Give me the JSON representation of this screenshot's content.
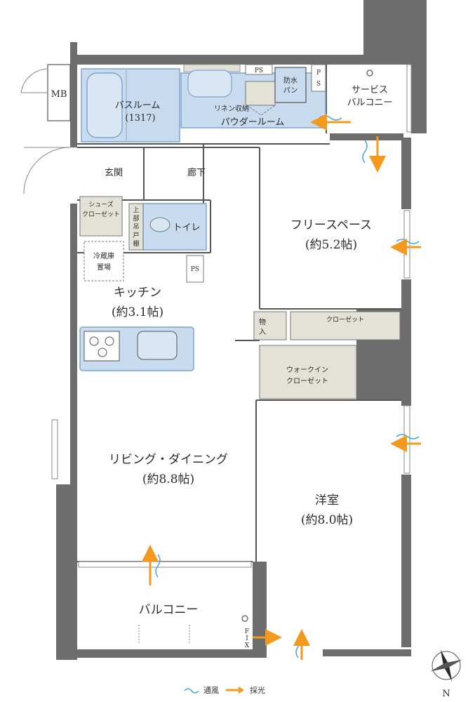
{
  "colors": {
    "wall": "#6d6d6d",
    "wet_area": "#c9dbef",
    "wet_area_stroke": "#7fa4cf",
    "storage": "#e4e2d6",
    "airflow": "#4aa6d6",
    "light": "#f39a1e"
  },
  "rooms": {
    "mb": "MB",
    "bathroom_name": "バスルーム",
    "bathroom_size": "(1317)",
    "linen": "リネン収納",
    "powder_room": "パウダールーム",
    "ps_top": "PS",
    "ps_side_p": "P",
    "ps_side_s": "S",
    "waterproof_pan_1": "防水",
    "waterproof_pan_2": "パン",
    "service_balcony_1": "サービス",
    "service_balcony_2": "バルコニー",
    "entrance": "玄関",
    "hallway": "廊下",
    "shoe_closet_1": "シューズ",
    "shoe_closet_2": "クローゼット",
    "toilet": "トイレ",
    "upper_shelf_1": "上",
    "upper_shelf_2": "部",
    "upper_shelf_3": "吊",
    "upper_shelf_4": "戸",
    "upper_shelf_5": "棚",
    "free_space_name": "フリースペース",
    "free_space_size": "(約5.2帖)",
    "fridge_1": "冷蔵庫",
    "fridge_2": "置場",
    "ps_kitchen": "PS",
    "kitchen_name": "キッチン",
    "kitchen_size": "(約3.1帖)",
    "storage_1": "物",
    "storage_2": "入",
    "closet": "クローゼット",
    "walkin_1": "ウォークイン",
    "walkin_2": "クローゼット",
    "living_name": "リビング・ダイニング",
    "living_size": "(約8.8帖)",
    "western_name": "洋室",
    "western_size": "(約8.0帖)",
    "balcony": "バルコニー",
    "fix_1": "F",
    "fix_2": "I",
    "fix_3": "X"
  },
  "compass": {
    "north": "N"
  },
  "legend": {
    "ventilation": "通風",
    "daylight": "採光"
  }
}
